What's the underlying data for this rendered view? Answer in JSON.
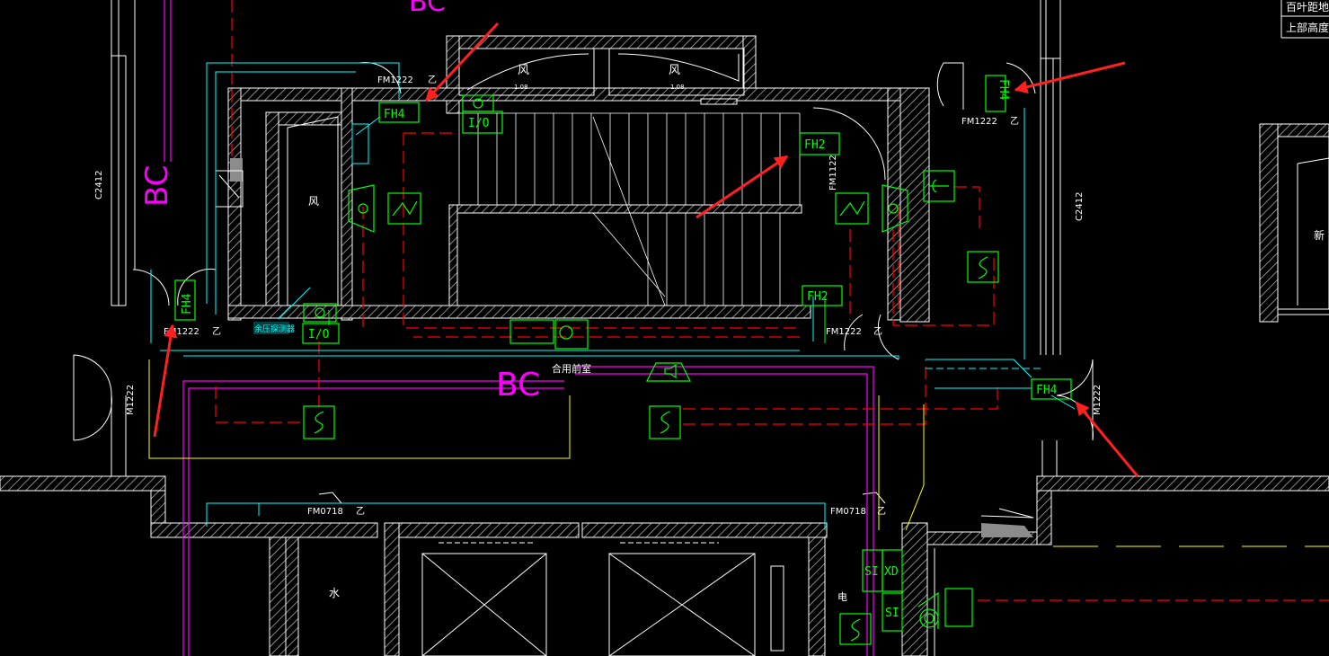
{
  "colors": {
    "background": "#000000",
    "wall": "#ffffff",
    "hatch": "#bfbfbf",
    "equipment": "#00ff00",
    "cyan_line": "#00ffff",
    "red_dashed": "#ff0000",
    "magenta": "#ff00ff",
    "yellow": "#ffff00",
    "arrow": "#ff2020",
    "text_white": "#ffffff"
  },
  "legend_box": {
    "line1": "百叶距地",
    "line2": "上部高度"
  },
  "labels": {
    "bc_top": "BC",
    "bc_left": "BC",
    "bc_center": "BC",
    "feng_center_left": "风",
    "feng_center_right": "风",
    "feng_left_shaft": "风",
    "vent_dim_left": "1.08",
    "vent_dim_right": "1.08",
    "c2412_left": "C2412",
    "c2412_right": "C2412",
    "fm1222_top_left": "FM1222",
    "yi_top_left": "乙",
    "fm1222_top_right": "FM1222",
    "yi_top_right": "乙",
    "fm1222_left": "FM1222",
    "yi_left": "乙",
    "fm1122_mid": "FM1122",
    "fm1222_mid_right": "FM1222",
    "yi_mid_right": "乙",
    "m1222_left": "M1222",
    "m1222_right": "M1222",
    "fm0718_left": "FM0718",
    "yi_fm0718_left": "乙",
    "fm0718_right": "FM0718",
    "yi_fm0718_right": "乙",
    "room_name": "合用前室",
    "shui": "水",
    "dian": "电",
    "xin": "新",
    "pressure_label": "余压探测器"
  },
  "equipment": {
    "fh4_top": "FH4",
    "fh4_top_right": "FH4",
    "fh4_left": "FH4",
    "fh4_right": "FH4",
    "fh2_top": "FH2",
    "fh2_mid": "FH2",
    "io_top": "I/O",
    "io_bottom": "I/O",
    "si_1": "SI",
    "xd": "XD",
    "si_2": "SI"
  }
}
